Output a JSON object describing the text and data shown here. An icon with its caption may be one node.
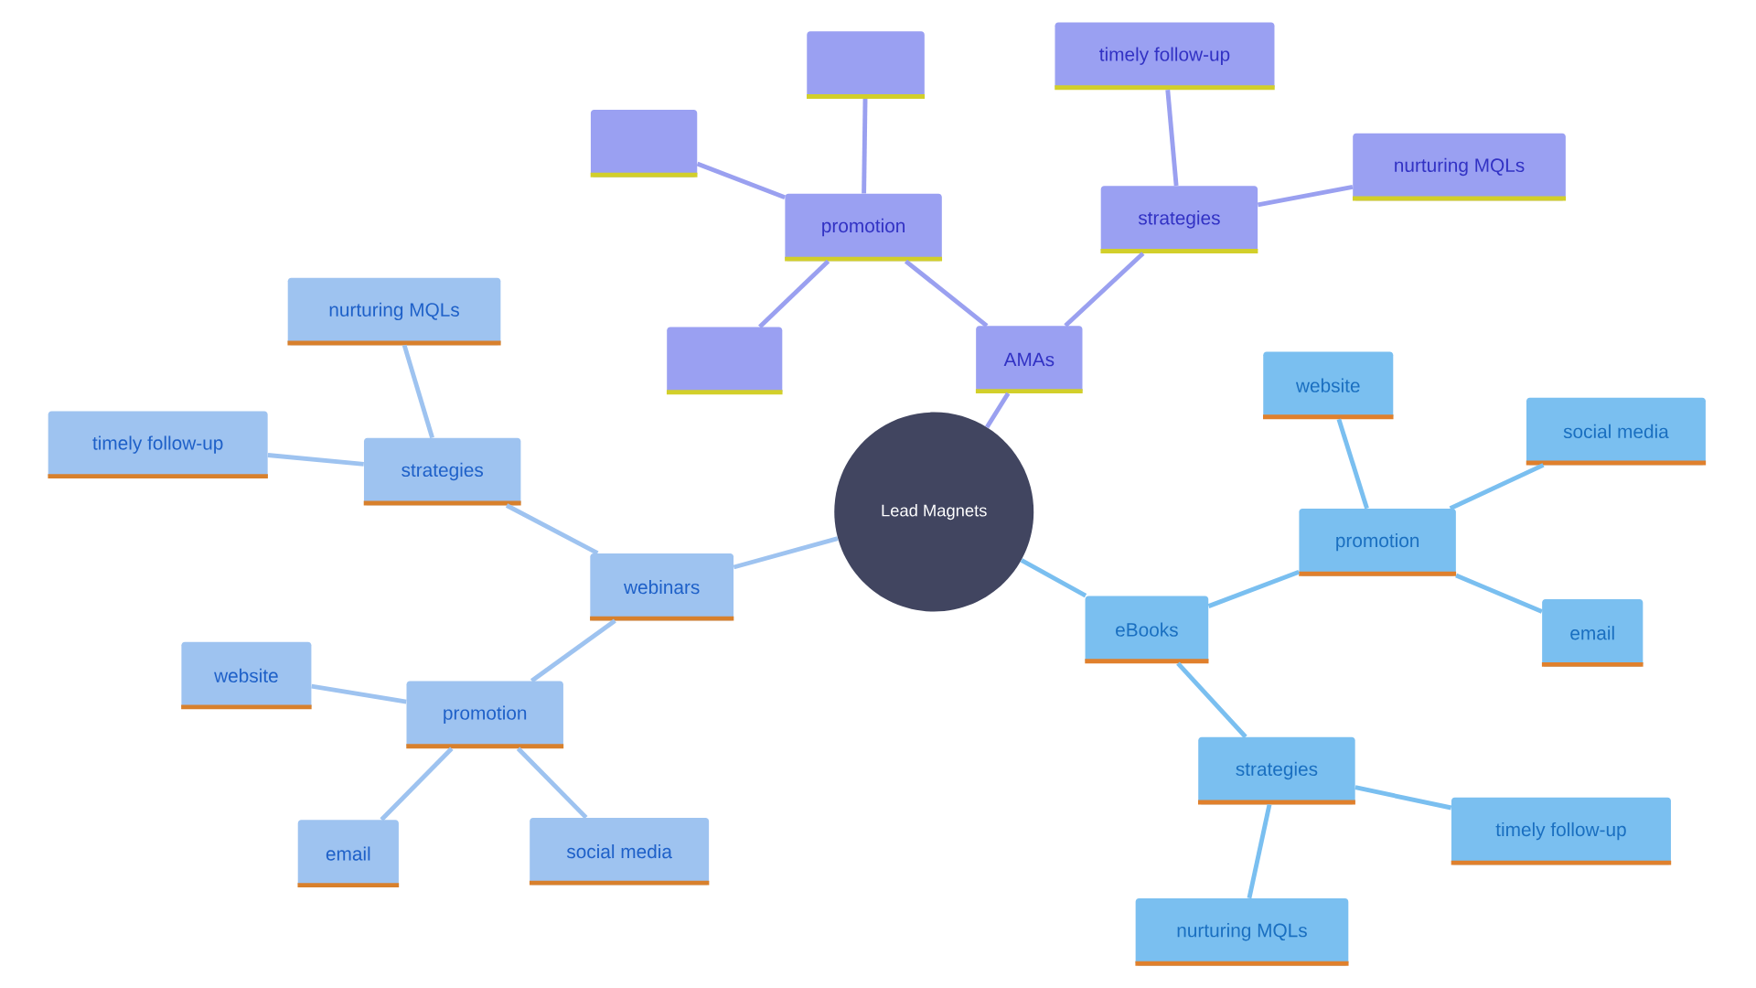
{
  "diagram": {
    "nodes": [
      {
        "text": [
          "Lead Magnets"
        ]
      },
      {
        "text": [
          "AMAs"
        ]
      },
      {
        "text": [
          "promotion"
        ]
      },
      {
        "text": [],
        "shape": "box"
      },
      {
        "text": [],
        "shape": "box"
      },
      {
        "text": [],
        "shape": "box"
      },
      {
        "text": [
          "strategies"
        ]
      },
      {
        "text": [
          "timely follow-up"
        ]
      },
      {
        "text": [
          "nurturing MQLs"
        ]
      },
      {
        "text": [
          "webinars"
        ]
      },
      {
        "text": [
          "strategies"
        ]
      },
      {
        "text": [
          "nurturing MQLs"
        ]
      },
      {
        "text": [
          "timely follow-up"
        ]
      },
      {
        "text": [
          "promotion"
        ]
      },
      {
        "text": [
          "website"
        ]
      },
      {
        "text": [
          "email"
        ]
      },
      {
        "text": [
          "social media"
        ]
      },
      {
        "text": [
          "eBooks"
        ]
      },
      {
        "text": [
          "promotion"
        ]
      },
      {
        "text": [
          "website"
        ]
      },
      {
        "text": [
          "social media"
        ]
      },
      {
        "text": [
          "email"
        ]
      },
      {
        "text": [
          "strategies"
        ]
      },
      {
        "text": [
          "timely follow-up"
        ]
      },
      {
        "text": [
          "nurturing MQLs"
        ]
      }
    ],
    "edges": [
      {
        "from": 0,
        "to": 1,
        "arrow": "none",
        "color": "#9aa0f0"
      },
      {
        "from": 1,
        "to": 2,
        "arrow": "none",
        "color": "#9aa0f0"
      },
      {
        "from": 2,
        "to": 3,
        "arrow": "none",
        "color": "#9aa0f0"
      },
      {
        "from": 2,
        "to": 4,
        "arrow": "none",
        "color": "#9aa0f0"
      },
      {
        "from": 2,
        "to": 5,
        "arrow": "none",
        "color": "#9aa0f0"
      },
      {
        "from": 1,
        "to": 6,
        "arrow": "none",
        "color": "#9aa0f0"
      },
      {
        "from": 6,
        "to": 7,
        "arrow": "none",
        "color": "#9aa0f0"
      },
      {
        "from": 6,
        "to": 8,
        "arrow": "none",
        "color": "#9aa0f0"
      },
      {
        "from": 0,
        "to": 9,
        "arrow": "none",
        "color": "#9ec3f0"
      },
      {
        "from": 9,
        "to": 10,
        "arrow": "none",
        "color": "#9ec3f0"
      },
      {
        "from": 10,
        "to": 11,
        "arrow": "none",
        "color": "#9ec3f0"
      },
      {
        "from": 10,
        "to": 12,
        "arrow": "none",
        "color": "#9ec3f0"
      },
      {
        "from": 9,
        "to": 13,
        "arrow": "none",
        "color": "#9ec3f0"
      },
      {
        "from": 13,
        "to": 14,
        "arrow": "none",
        "color": "#9ec3f0"
      },
      {
        "from": 13,
        "to": 15,
        "arrow": "none",
        "color": "#9ec3f0"
      },
      {
        "from": 13,
        "to": 16,
        "arrow": "none",
        "color": "#9ec3f0"
      },
      {
        "from": 0,
        "to": 17,
        "arrow": "none",
        "color": "#7abff0"
      },
      {
        "from": 17,
        "to": 18,
        "arrow": "none",
        "color": "#7abff0"
      },
      {
        "from": 18,
        "to": 19,
        "arrow": "none",
        "color": "#7abff0"
      },
      {
        "from": 18,
        "to": 20,
        "arrow": "none",
        "color": "#7abff0"
      },
      {
        "from": 18,
        "to": 21,
        "arrow": "none",
        "color": "#7abff0"
      },
      {
        "from": 17,
        "to": 22,
        "arrow": "none",
        "color": "#7abff0"
      },
      {
        "from": 22,
        "to": 23,
        "arrow": "none",
        "color": "#7abff0"
      },
      {
        "from": 22,
        "to": 24,
        "arrow": "none",
        "color": "#7abff0"
      }
    ]
  }
}
